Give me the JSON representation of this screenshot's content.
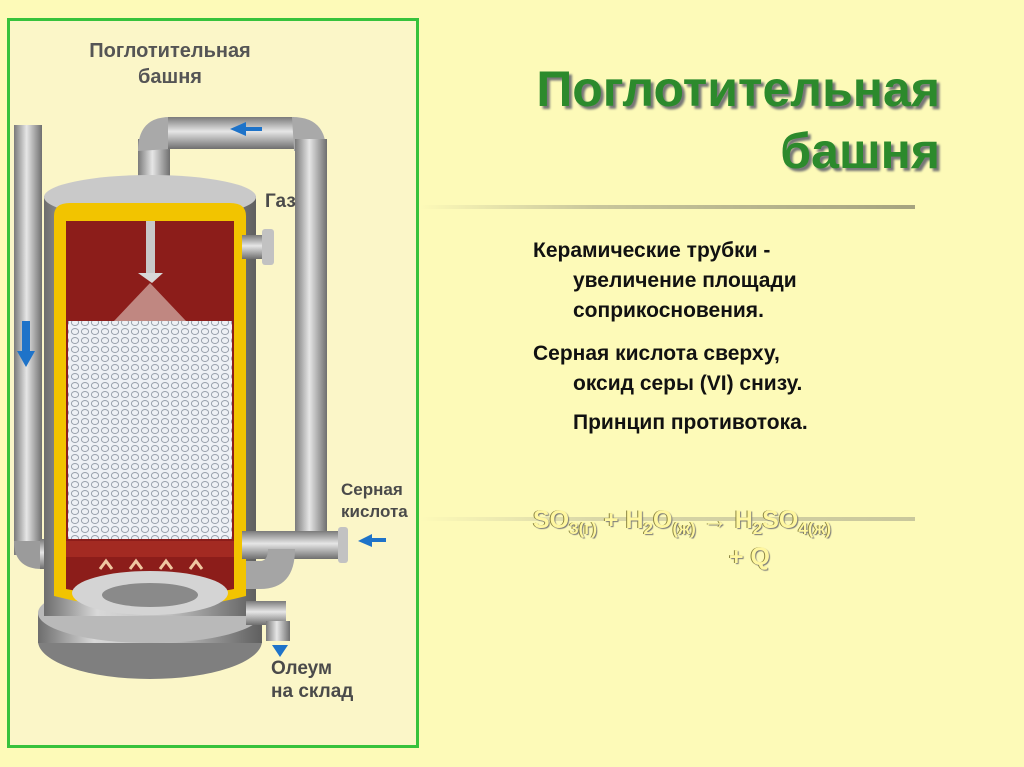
{
  "diagram": {
    "title_line1": "Поглотительная",
    "title_line2": "башня",
    "gas_label": "Газ",
    "acid_label_line1": "Серная",
    "acid_label_line2": "кислота",
    "oleum_label_line1": "Олеум",
    "oleum_label_line2": "на склад"
  },
  "slide": {
    "title_line1": "Поглотительная",
    "title_line2": "башня",
    "bullet1_line1": "Керамические трубки -",
    "bullet1_line2": "увеличение площади",
    "bullet1_line3": "соприкосновения.",
    "bullet2_line1": "Серная кислота сверху,",
    "bullet2_line2": "оксид серы (VI) снизу.",
    "bullet3": "Принцип противотока.",
    "equation": {
      "so": "SO",
      "so_sub": "3(г)",
      "plus1": " + H",
      "h_sub": "2",
      "o": "O",
      "o_sub": "(ж)",
      "arrow": " → H",
      "h2_sub": "2",
      "so4": "SO",
      "so4_sub": "4(ж)",
      "plus_q": "+ Q"
    }
  },
  "colors": {
    "background": "#fdfab8",
    "frame_border": "#37c23c",
    "title_green": "#2c8a2c",
    "tower_lining": "#f2c400",
    "tower_inner": "#8c1d1a",
    "pipe_gray": "#a7a7a7",
    "arrow_blue": "#1e73c9"
  }
}
